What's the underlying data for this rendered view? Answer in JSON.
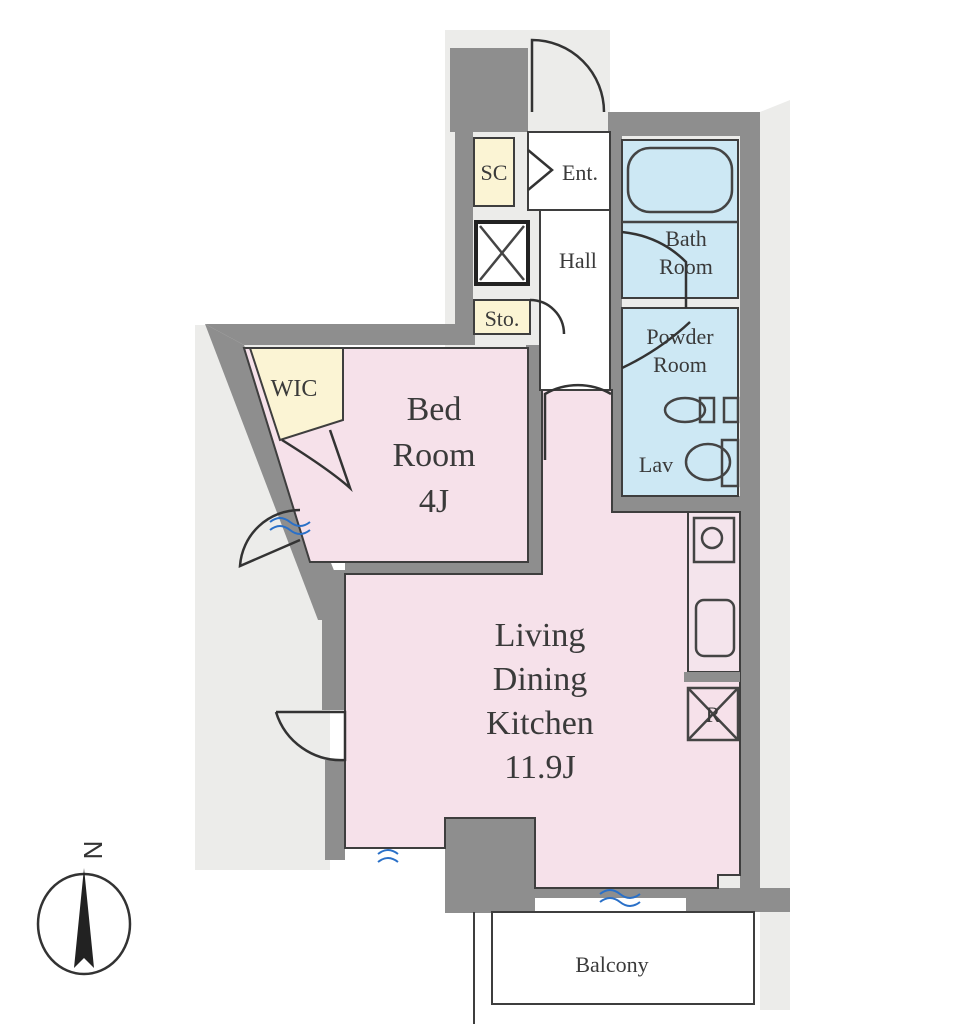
{
  "colors": {
    "wall": "#8e8e8e",
    "outline": "#3e3e3e",
    "room_pink": "#f6e1ea",
    "wet_blue": "#cde8f4",
    "storage_yellow": "#fbf4d4",
    "hall_white": "#ffffff",
    "shared_gray": "#ececea",
    "window_blue": "#2a70c8"
  },
  "rooms": {
    "bedroom": {
      "line1": "Bed",
      "line2": "Room",
      "size": "4J"
    },
    "ldk": {
      "line1": "Living",
      "line2": "Dining",
      "line3": "Kitchen",
      "size": "11.9J"
    },
    "wic": {
      "label": "WIC"
    },
    "entrance": {
      "label": "Ent."
    },
    "shoe_closet": {
      "label": "SC"
    },
    "hall": {
      "label": "Hall"
    },
    "storage": {
      "label": "Sto."
    },
    "bathroom": {
      "line1": "Bath",
      "line2": "Room"
    },
    "powder_room": {
      "line1": "Powder",
      "line2": "Room"
    },
    "lavatory": {
      "label": "Lav"
    },
    "balcony": {
      "label": "Balcony"
    },
    "refrigerator": {
      "label": "R"
    }
  },
  "compass": {
    "north_label": "N"
  },
  "icons": [
    "washer-icon",
    "stove-icon",
    "sink-icon",
    "refrigerator-icon",
    "bathtub-icon",
    "toilet-icon",
    "lavatory-basin-icon",
    "compass-icon"
  ]
}
